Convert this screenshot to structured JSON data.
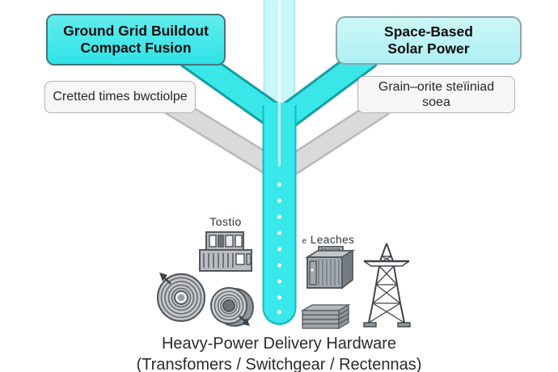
{
  "sources": {
    "left": {
      "title_line1": "Ground Grid Buildout",
      "title_line2": "Compact Fusion",
      "note": "Cretted times bwctiolpe"
    },
    "right": {
      "title_line1": "Space-Based",
      "title_line2": "Solar Power",
      "note_line1": "Grain–orite steïiniad",
      "note_line2": "soea"
    }
  },
  "hardware": {
    "label_tostio": "Tostio",
    "label_leaches_prefix": "e",
    "label_leaches": "Leaches",
    "icons": [
      "substation-icon",
      "coil-large-icon",
      "coil-small-icon",
      "switchgear-cabinet-icon",
      "plate-stack-icon",
      "transmission-tower-icon"
    ]
  },
  "caption": {
    "line1": "Heavy-Power Delivery Hardware",
    "line2": "(Transfomers / Switchgear / Rectennas)"
  },
  "colors": {
    "bright_cyan": "#38e8ea",
    "pale_cyan": "#c9f6f8",
    "trunk_border": "#17b9bd",
    "band_border": "#129fa5",
    "band_gray": "#dadada",
    "band_gray_edge": "#b9b9b9",
    "node_gray_fill": "#f6f6f6",
    "icon_gray": "#a3aaaf",
    "icon_stroke": "#54595e",
    "text": "#0c0d0d"
  }
}
